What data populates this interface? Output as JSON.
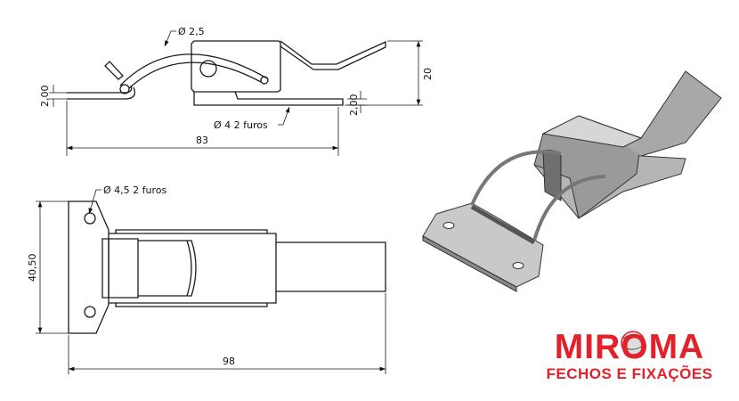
{
  "drawing": {
    "side_view": {
      "wire_diameter": "Ø 2,5",
      "holes_note": "Ø 4  2 furos",
      "thickness_left": "2,00",
      "thickness_right": "2,00",
      "height": "20",
      "length": "83"
    },
    "top_view": {
      "holes_note": "Ø 4,5  2 furos",
      "width": "40,50",
      "length": "98"
    }
  },
  "logo": {
    "name": "MIROMA",
    "tagline": "FECHOS E FIXAÇÕES",
    "color": "#e3212b"
  }
}
